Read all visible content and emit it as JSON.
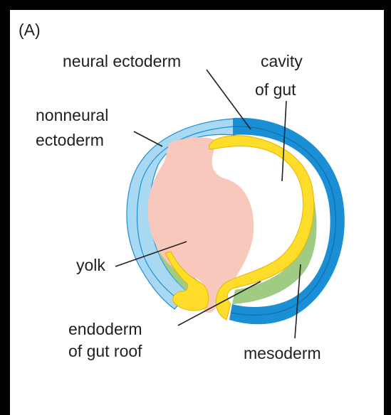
{
  "figure": {
    "panel_label": "(A)",
    "labels": {
      "neural_ectoderm": "neural ectoderm",
      "cavity_line1": "cavity",
      "cavity_line2": "of gut",
      "nonneural_line1": "nonneural",
      "nonneural_line2": "ectoderm",
      "yolk": "yolk",
      "endoderm_line1": "endoderm",
      "endoderm_line2": "of gut roof",
      "mesoderm": "mesoderm"
    },
    "colors": {
      "background": "#000000",
      "panel": "#ffffff",
      "neural_ectoderm": "#1a8fd6",
      "nonneural_ectoderm": "#a9d8f2",
      "endoderm": "#fedd2a",
      "mesoderm": "#9fcb83",
      "yolk": "#f8c8bd",
      "text": "#231f20"
    }
  }
}
